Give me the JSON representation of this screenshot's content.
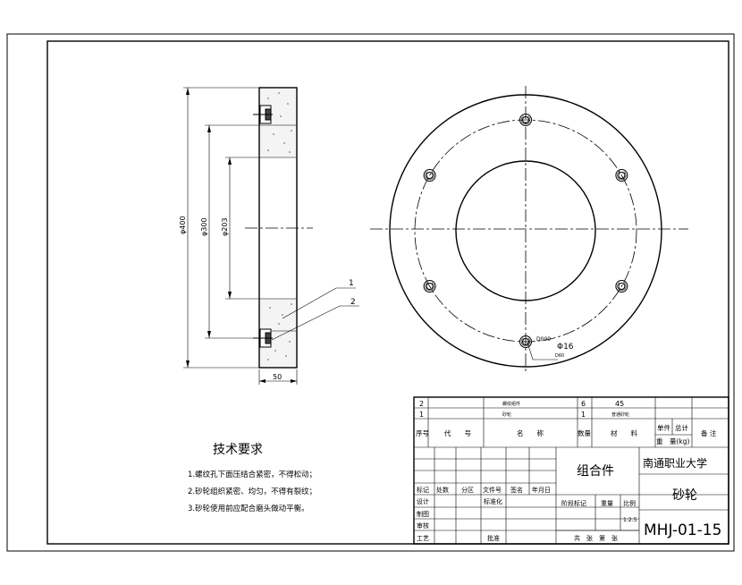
{
  "side_view": {
    "dim_outer": "φ400",
    "dim_mid": "φ300",
    "dim_inner": "φ203",
    "dim_width": "50",
    "callout_1": "1",
    "callout_2": "2"
  },
  "front_view": {
    "hole_label": "D000",
    "dim_pcd": "Φ16",
    "dim_pcd_sub": "D60"
  },
  "tech_req": {
    "title": "技术要求",
    "items": [
      "1.螺纹孔下面压结合紧密，不得松动；",
      "2.砂轮组织紧密、均匀，不得有裂纹；",
      "3.砂轮使用前应配合磨头做动平衡。"
    ]
  },
  "title_block": {
    "parts": [
      {
        "no": "2",
        "name": "螺纹组件",
        "qty": "6",
        "material": "45"
      },
      {
        "no": "1",
        "name": "砂轮",
        "qty": "1",
        "material": "普通砂轮"
      }
    ],
    "header": {
      "no": "序号",
      "code": "代　　号",
      "name": "名　　称",
      "qty": "数量",
      "material": "材　　料",
      "unit_weight": "单件",
      "total_weight": "总计",
      "weight": "重　量(kg)",
      "remark": "备 注"
    },
    "assembly": "组合件",
    "school": "南通职业大学",
    "part_name": "砂轮",
    "drawing_no": "MHJ-01-15",
    "scale_value": "1:2.5",
    "labels": {
      "mark": "标记",
      "count": "处数",
      "zone": "分区",
      "doc_no": "文件号",
      "sign": "签名",
      "date": "年月日",
      "design": "设计",
      "standard": "标准化",
      "stage": "阶段标记",
      "weight": "重量",
      "scale": "比例",
      "drawing": "制图",
      "review": "审核",
      "process": "工艺",
      "approve": "批准",
      "sheets": "共　张　第　张"
    }
  }
}
